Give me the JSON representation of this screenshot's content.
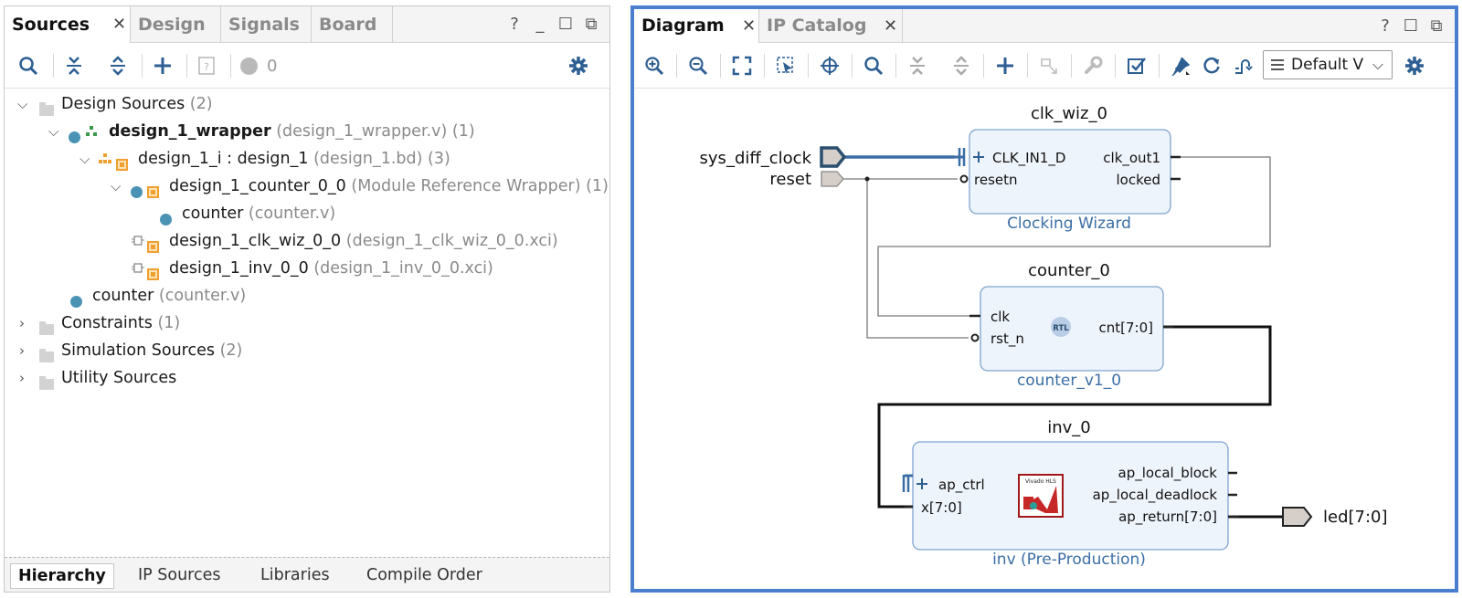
{
  "colors": {
    "accent_blue": "#3b6ea5",
    "active_border": "#4a7fd0",
    "block_fill": "#eef4fc",
    "block_stroke": "#7fa3cf",
    "port_fill": "#d6cfc9",
    "wire_bus": "#000000"
  },
  "left_panel": {
    "tabs": [
      {
        "label": "Sources",
        "active": true,
        "closable": true
      },
      {
        "label": "Design"
      },
      {
        "label": "Signals"
      },
      {
        "label": "Board"
      }
    ],
    "controls": [
      "help-icon",
      "minimize-icon",
      "maximize-icon",
      "float-icon"
    ],
    "toolbar": {
      "icons": [
        "search-icon",
        "collapse-all-icon",
        "expand-all-icon",
        "add-icon",
        "unknown-file-icon",
        "status-dot-icon",
        "settings-icon"
      ],
      "status_count": "0"
    },
    "tree": [
      {
        "name": "Design Sources",
        "count": "(2)"
      },
      {
        "name": "design_1_wrapper",
        "detail": "(design_1_wrapper.v)",
        "count": "(1)"
      },
      {
        "name": "design_1_i : design_1",
        "detail": "(design_1.bd)",
        "count": "(3)"
      },
      {
        "name": "design_1_counter_0_0",
        "detail": "(Module Reference Wrapper)",
        "count": "(1)"
      },
      {
        "name": "counter",
        "detail": "(counter.v)"
      },
      {
        "name": "design_1_clk_wiz_0_0",
        "detail": "(design_1_clk_wiz_0_0.xci)"
      },
      {
        "name": "design_1_inv_0_0",
        "detail": "(design_1_inv_0_0.xci)"
      },
      {
        "name": "counter",
        "detail": "(counter.v)"
      },
      {
        "name": "Constraints",
        "count": "(1)"
      },
      {
        "name": "Simulation Sources",
        "count": "(2)"
      },
      {
        "name": "Utility Sources"
      }
    ],
    "bottom_tabs": [
      "Hierarchy",
      "IP Sources",
      "Libraries",
      "Compile Order"
    ]
  },
  "right_panel": {
    "tabs": [
      {
        "label": "Diagram",
        "active": true,
        "closable": true
      },
      {
        "label": "IP Catalog",
        "closable": true
      }
    ],
    "controls": [
      "help-icon",
      "maximize-icon",
      "float-icon"
    ],
    "toolbar": {
      "icons": [
        "zoom-in-icon",
        "zoom-out-icon",
        "fit-icon",
        "zoom-area-icon",
        "center-icon",
        "search-icon",
        "collapse-icon",
        "expand-icon",
        "add-ip-icon",
        "make-external-icon",
        "customize-icon",
        "validate-icon",
        "autoconnect-icon",
        "regenerate-icon",
        "optimize-routing-icon",
        "settings-icon"
      ],
      "view_select": "Default View"
    },
    "diagram": {
      "ports": {
        "sys_diff_clock": "sys_diff_clock",
        "reset": "reset",
        "led": "led[7:0]"
      },
      "blocks": {
        "clk_wiz": {
          "instance": "clk_wiz_0",
          "type": "Clocking Wizard",
          "inputs": [
            "CLK_IN1_D",
            "resetn"
          ],
          "outputs": [
            "clk_out1",
            "locked"
          ]
        },
        "counter": {
          "instance": "counter_0",
          "type": "counter_v1_0",
          "badge": "RTL",
          "inputs": [
            "clk",
            "rst_n"
          ],
          "outputs": [
            "cnt[7:0]"
          ]
        },
        "inv": {
          "instance": "inv_0",
          "type": "inv (Pre-Production)",
          "logo": "Vivado HLS",
          "inputs": [
            "ap_ctrl",
            "x[7:0]"
          ],
          "outputs": [
            "ap_local_block",
            "ap_local_deadlock",
            "ap_return[7:0]"
          ]
        }
      }
    }
  }
}
